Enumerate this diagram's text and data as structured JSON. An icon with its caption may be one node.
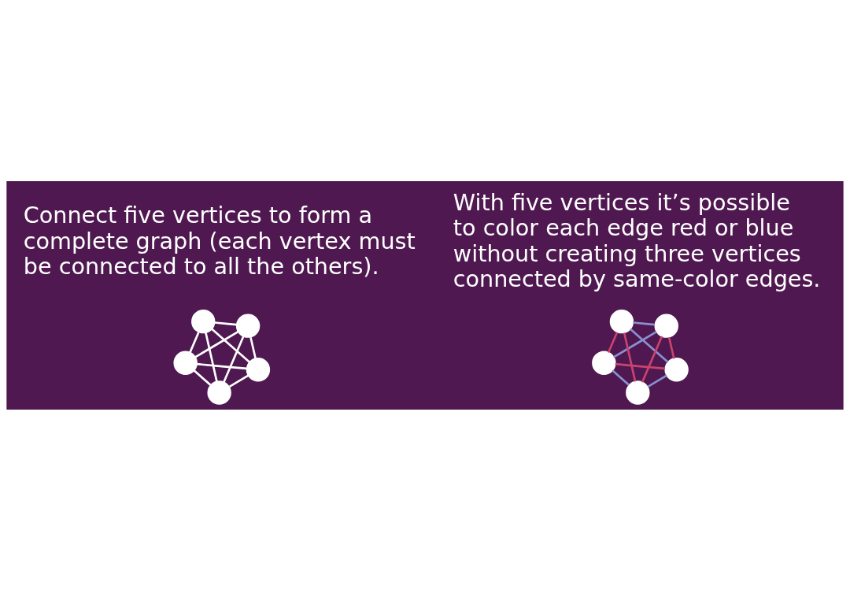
{
  "diagram": {
    "nodes": [
      {
        "text": [],
        "shape": "circle"
      },
      {
        "text": [],
        "shape": "circle"
      },
      {
        "text": [],
        "shape": "circle"
      },
      {
        "text": [],
        "shape": "circle"
      },
      {
        "text": [],
        "shape": "circle"
      },
      {
        "text": [],
        "shape": "circle"
      },
      {
        "text": [],
        "shape": "circle"
      },
      {
        "text": [],
        "shape": "circle"
      },
      {
        "text": [],
        "shape": "circle"
      },
      {
        "text": [],
        "shape": "circle"
      }
    ],
    "edges": [
      {
        "from": 0,
        "to": 1,
        "arrow": "none"
      },
      {
        "from": 0,
        "to": 2,
        "arrow": "none"
      },
      {
        "from": 0,
        "to": 3,
        "arrow": "none"
      },
      {
        "from": 0,
        "to": 4,
        "arrow": "none"
      },
      {
        "from": 1,
        "to": 2,
        "arrow": "none"
      },
      {
        "from": 1,
        "to": 3,
        "arrow": "none"
      },
      {
        "from": 1,
        "to": 4,
        "arrow": "none"
      },
      {
        "from": 2,
        "to": 3,
        "arrow": "none"
      },
      {
        "from": 2,
        "to": 4,
        "arrow": "none"
      },
      {
        "from": 3,
        "to": 4,
        "arrow": "none"
      },
      {
        "from": 5,
        "to": 6,
        "arrow": "none",
        "color": "#c8446e"
      },
      {
        "from": 5,
        "to": 7,
        "arrow": "none",
        "color": "#8a90d0"
      },
      {
        "from": 5,
        "to": 8,
        "arrow": "none",
        "color": "#c8446e"
      },
      {
        "from": 5,
        "to": 9,
        "arrow": "none",
        "color": "#8a90d0"
      },
      {
        "from": 6,
        "to": 7,
        "arrow": "none",
        "color": "#8a90d0"
      },
      {
        "from": 6,
        "to": 8,
        "arrow": "none",
        "color": "#8a90d0"
      },
      {
        "from": 6,
        "to": 9,
        "arrow": "none",
        "color": "#c8446e"
      },
      {
        "from": 7,
        "to": 8,
        "arrow": "none",
        "color": "#c8446e"
      },
      {
        "from": 7,
        "to": 9,
        "arrow": "none",
        "color": "#c8446e"
      },
      {
        "from": 8,
        "to": 9,
        "arrow": "none",
        "color": "#8a90d0"
      }
    ],
    "labels": [
      "Connect five vertices to form a complete graph (each vertex must be connected to all the others).",
      "With five vertices it’s possible to color each edge red or blue without creating three vertices connected by same-color edges."
    ]
  }
}
